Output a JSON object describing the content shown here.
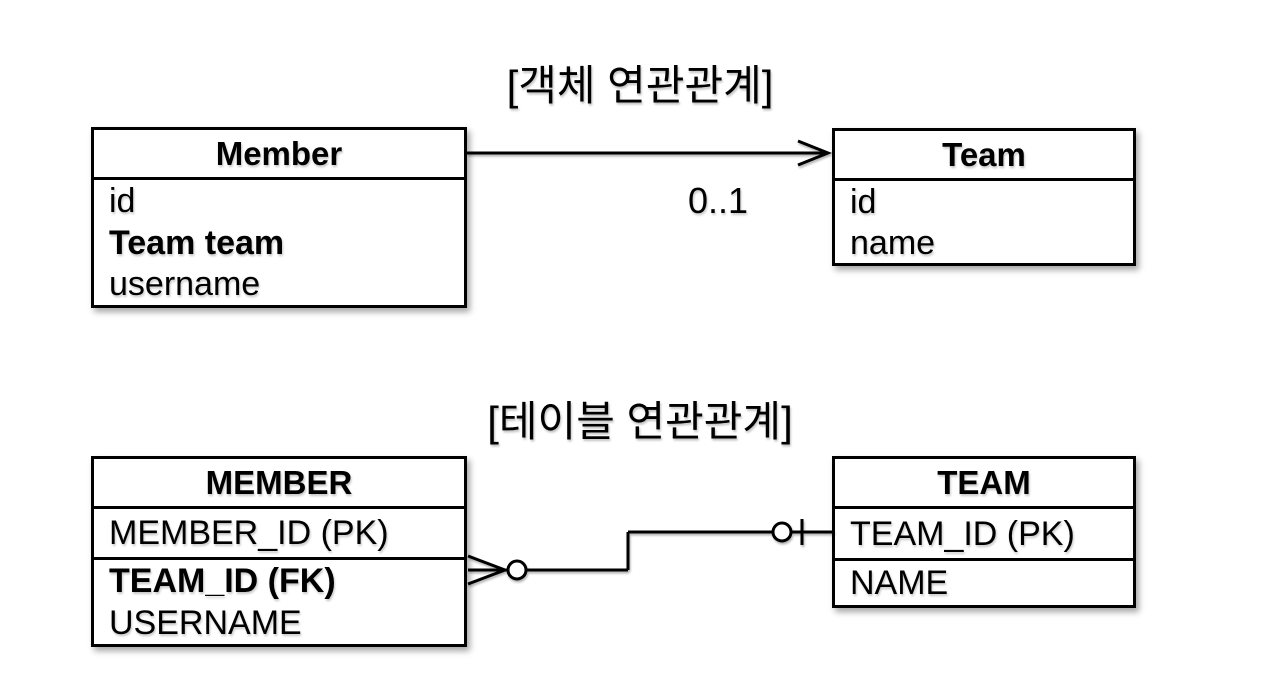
{
  "colors": {
    "stroke": "#000000",
    "background": "#ffffff"
  },
  "object_relation": {
    "section_title": "[객체 연관관계]",
    "multiplicity_label": "0..1",
    "member_class": {
      "name": "Member",
      "fields": [
        "id",
        "Team team",
        "username"
      ]
    },
    "team_class": {
      "name": "Team",
      "fields": [
        "id",
        "name"
      ]
    }
  },
  "table_relation": {
    "section_title": "[테이블 연관관계]",
    "member_table": {
      "name": "MEMBER",
      "fields": [
        "MEMBER_ID (PK)",
        "TEAM_ID (FK)",
        "USERNAME"
      ]
    },
    "team_table": {
      "name": "TEAM",
      "fields": [
        "TEAM_ID (PK)",
        "NAME"
      ]
    }
  }
}
